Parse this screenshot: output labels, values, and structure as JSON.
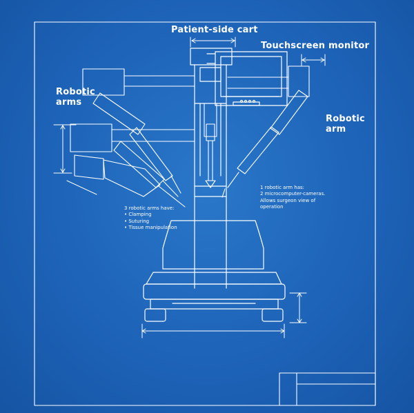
{
  "labels": {
    "patient_side_cart": "Patient-side cart",
    "touchscreen_monitor": "Touchscreen monitor",
    "robotic_arms_line1": "Robotic",
    "robotic_arms_line2": "arms",
    "robotic_arm_line1": "Robotic",
    "robotic_arm_line2": "arm"
  },
  "notes": {
    "three_arms": {
      "title": "3 robotic arms have:",
      "items": [
        "• Clamping",
        "• Suturing",
        "• Tissue manipulation"
      ]
    },
    "one_arm": {
      "lines": [
        "1 robotic arm has:",
        "2 microcomputer-cameras.",
        "Allows surgeon view of",
        "operation"
      ]
    }
  },
  "colors": {
    "background": "#1d63b8",
    "line": "#ffffff"
  }
}
